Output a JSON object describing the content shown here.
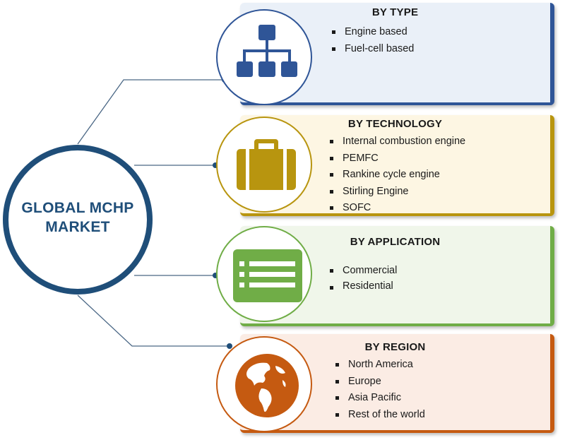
{
  "center": {
    "title_line1": "GLOBAL MCHP",
    "title_line2": "MARKET"
  },
  "segments": [
    {
      "title": "BY TYPE",
      "icon": "hierarchy-icon",
      "color": "#2f5597",
      "panel_bg": "#eaf0f8",
      "items": [
        "Engine based",
        "Fuel-cell based"
      ]
    },
    {
      "title": "BY TECHNOLOGY",
      "icon": "briefcase-icon",
      "color": "#b8950f",
      "panel_bg": "#fdf6e3",
      "items": [
        "Internal  combustion engine",
        "PEMFC",
        "Rankine cycle engine",
        "Stirling Engine",
        "SOFC"
      ]
    },
    {
      "title": "BY APPLICATION",
      "icon": "list-form-icon",
      "color": "#70ad47",
      "panel_bg": "#f0f6ea",
      "items": [
        "Commercial",
        "Residential"
      ]
    },
    {
      "title": "BY REGION",
      "icon": "globe-icon",
      "color": "#c55a11",
      "panel_bg": "#fbece4",
      "items": [
        "North America",
        "Europe",
        "Asia Pacific",
        "Rest of the world"
      ]
    }
  ]
}
